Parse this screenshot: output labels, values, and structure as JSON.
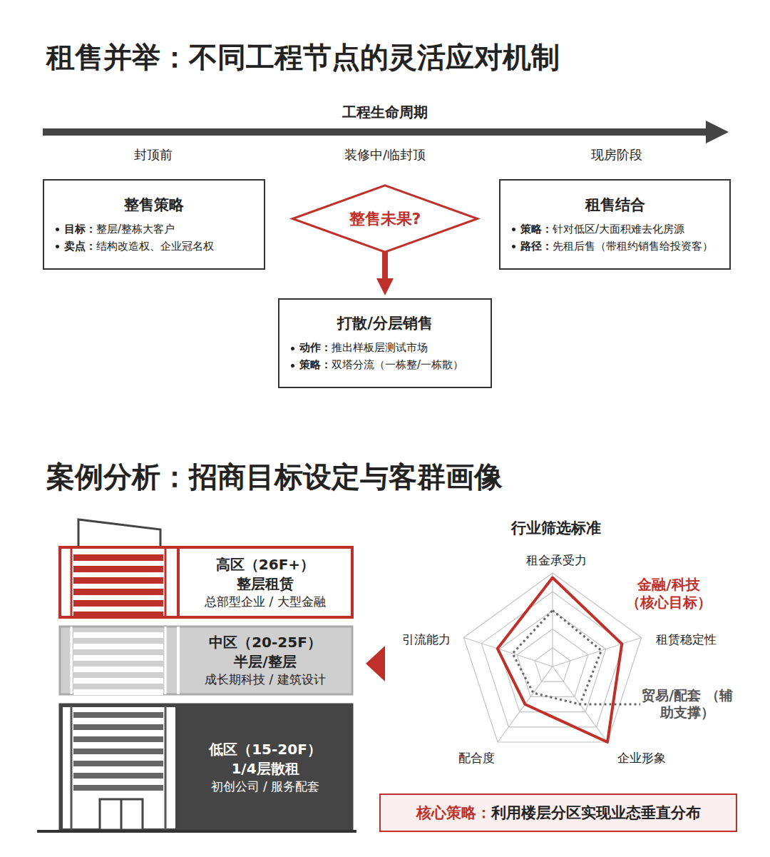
{
  "diagram": {
    "title": "租售并举：不同工程节点的灵活应对机制",
    "nodes": [
      {
        "text": [
          "整售策略",
          "目标：整层/整栋大客户",
          "卖点：结构改造权、企业冠名权"
        ]
      },
      {
        "text": [
          "整售未果?"
        ]
      },
      {
        "text": [
          "租售结合",
          "策略：针对低区/大面积难去化房源",
          "路径：先租后售（带租约销售给投资客）"
        ]
      },
      {
        "text": [
          "打散/分层销售",
          "动作：推出样板层测试市场",
          "策略：双塔分流（一栋整/一栋散）"
        ]
      },
      {
        "text": [
          "高区（26F+）",
          "整层租赁",
          "总部型企业 / 大型金融"
        ]
      },
      {
        "text": [
          "中区（20-25F）",
          "半层/整层",
          "成长期科技 / 建筑设计"
        ]
      },
      {
        "text": [
          "低区（15-20F）",
          "1/4层散租",
          "初创公司 / 服务配套"
        ]
      },
      {
        "text": [
          "核心策略：利用楼层分区实现业态垂直分布"
        ]
      }
    ],
    "edges": [
      {
        "from": 1,
        "to": 3,
        "arrow": "to"
      }
    ],
    "labels": [
      "工程生命周期",
      "封顶前",
      "装修中/临封顶",
      "现房阶段",
      "案例分析：招商目标设定与客群画像",
      "行业筛选标准",
      "租金承受力",
      "租赁稳定性",
      "企业形象",
      "配合度",
      "引流能力",
      "金融/科技 （核心目标）",
      "贸易/配套 （辅助支撑）"
    ]
  }
}
